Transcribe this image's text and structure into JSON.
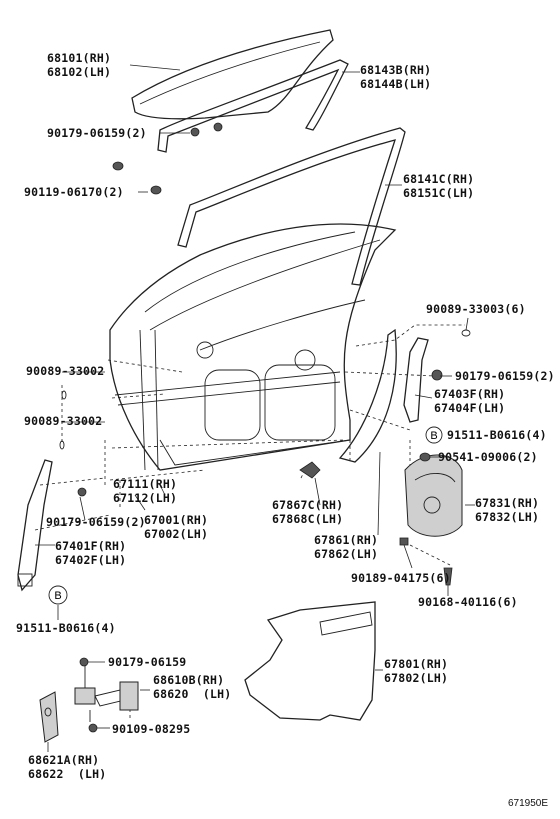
{
  "catalog_number": "671950E",
  "labels": {
    "p68101": "68101",
    "p68101_side": "(RH)",
    "p68102": "68102",
    "p68102_side": "(LH)",
    "p68143B": "68143B",
    "p68143B_side": "(RH)",
    "p68144B": "68144B",
    "p68144B_side": "(LH)",
    "p90179_06159_2_top": "90179-06159(2)",
    "p90119_06170": "90119-06170(2)",
    "p68141C": "68141C",
    "p68141C_side": "(RH)",
    "p68151C": "68151C",
    "p68151C_side": "(LH)",
    "p90089_33003": "90089-33003(6)",
    "p90179_06159_2_right": "90179-06159(2)",
    "p90089_33002_a": "90089-33002",
    "p90089_33002_b": "90089-33002",
    "p67403F": "67403F",
    "p67403F_side": "(RH)",
    "p67404F": "67404F",
    "p67404F_side": "(LH)",
    "p91511_B0616_right": "91511-B0616(4)",
    "p90541_09006": "90541-09006(2)",
    "p67111": "67111",
    "p67111_side": "(RH)",
    "p67112": "67112",
    "p67112_side": "(LH)",
    "p90179_06159_2_left": "90179-06159(2)",
    "p67001": "67001",
    "p67001_side": "(RH)",
    "p67002": "67002",
    "p67002_side": "(LH)",
    "p67867C": "67867C",
    "p67867C_side": "(RH)",
    "p67868C": "67868C",
    "p67868C_side": "(LH)",
    "p67831": "67831",
    "p67831_side": "(RH)",
    "p67832": "67832",
    "p67832_side": "(LH)",
    "p67401F": "67401F",
    "p67401F_side": "(RH)",
    "p67402F": "67402F",
    "p67402F_side": "(LH)",
    "p67861": "67861",
    "p67861_side": "(RH)",
    "p67862": "67862",
    "p67862_side": "(LH)",
    "p90189_04175": "90189-04175(6)",
    "p90168_40116": "90168-40116(6)",
    "p91511_B0616_left": "91511-B0616(4)",
    "p90179_06159_bottom": "90179-06159",
    "p68610B": "68610B",
    "p68610B_side": "(RH)",
    "p68620": "68620",
    "p68620_side": "(LH)",
    "p67801": "67801",
    "p67801_side": "(RH)",
    "p67802": "67802",
    "p67802_side": "(LH)",
    "p90109_08295": "90109-08295",
    "p68621A": "68621A",
    "p68621A_side": "(RH)",
    "p68622": "68622",
    "p68622_side": "(LH)",
    "callout_B": "B"
  }
}
